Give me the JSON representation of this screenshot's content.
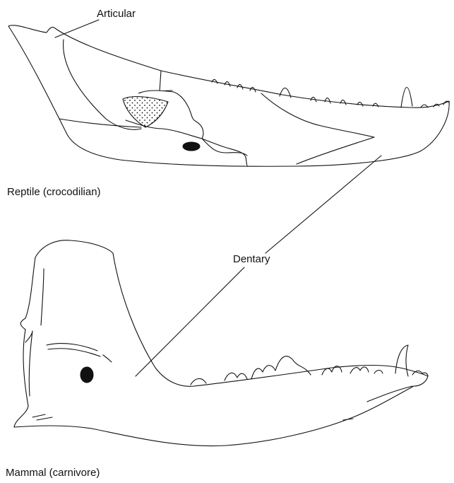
{
  "labels": {
    "articular": "Articular",
    "dentary": "Dentary",
    "reptile": "Reptile (crocodilian)",
    "mammal": "Mammal (carnivore)"
  },
  "colors": {
    "ink": "#111111",
    "background": "#ffffff"
  }
}
